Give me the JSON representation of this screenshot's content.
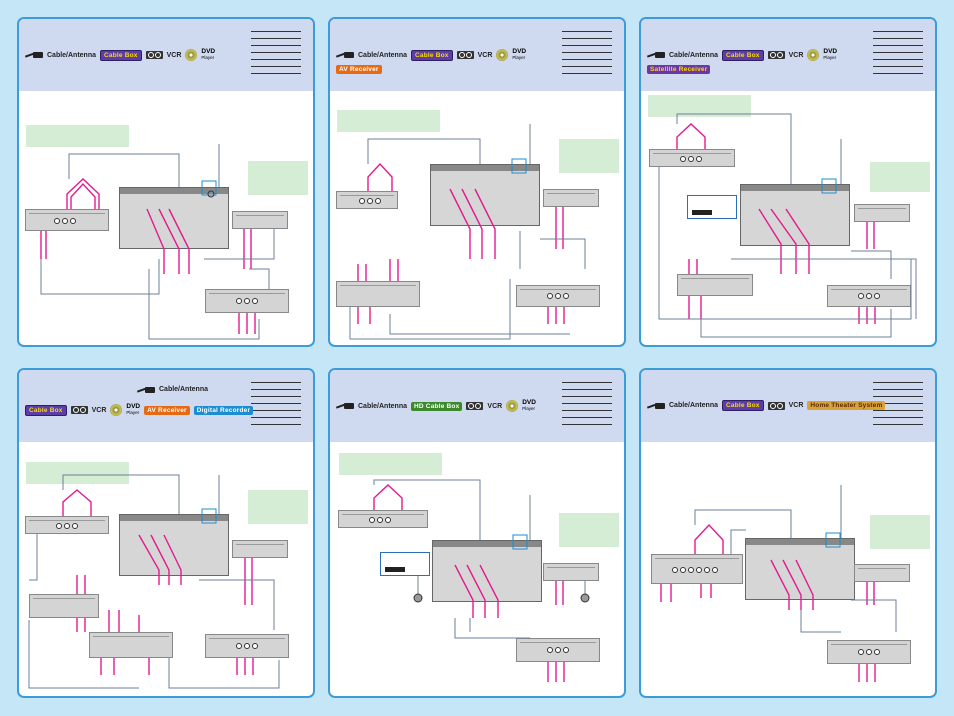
{
  "colors": {
    "background": "#c5e6f6",
    "panel_border": "#3c9bd9",
    "header": "#cfd9f0",
    "cable_box_badge": "#5a3ea6",
    "av_receiver_badge": "#e56a13",
    "satellite_badge": "#6a36a8",
    "digital_recorder_badge": "#1d8dd1",
    "hd_cable_box_badge": "#3a8a2b",
    "home_theater_badge": "#d9a13a",
    "rca_wire": "#e4198f",
    "coax_wire": "#6e7f99"
  },
  "panels": [
    {
      "cable": "Cable/Antenna",
      "box": "Cable Box",
      "vcr": "VCR",
      "dvd": "DVD",
      "dvd_sub": "Player"
    },
    {
      "cable": "Cable/Antenna",
      "box": "Cable Box",
      "vcr": "VCR",
      "dvd": "DVD",
      "dvd_sub": "Player",
      "extra": "AV Receiver"
    },
    {
      "cable": "Cable/Antenna",
      "box": "Cable Box",
      "vcr": "VCR",
      "dvd": "DVD",
      "dvd_sub": "Player",
      "extra": "Satellite Receiver"
    },
    {
      "cable": "Cable/Antenna",
      "box": "Cable Box",
      "vcr": "VCR",
      "dvd": "DVD",
      "dvd_sub": "Player",
      "extra": "AV Receiver",
      "extra2": "Digital Recorder"
    },
    {
      "cable": "Cable/Antenna",
      "box": "HD Cable Box",
      "vcr": "VCR",
      "dvd": "DVD",
      "dvd_sub": "Player"
    },
    {
      "cable": "Cable/Antenna",
      "box": "Cable Box",
      "vcr": "VCR",
      "extra": "Home Theater System"
    }
  ]
}
